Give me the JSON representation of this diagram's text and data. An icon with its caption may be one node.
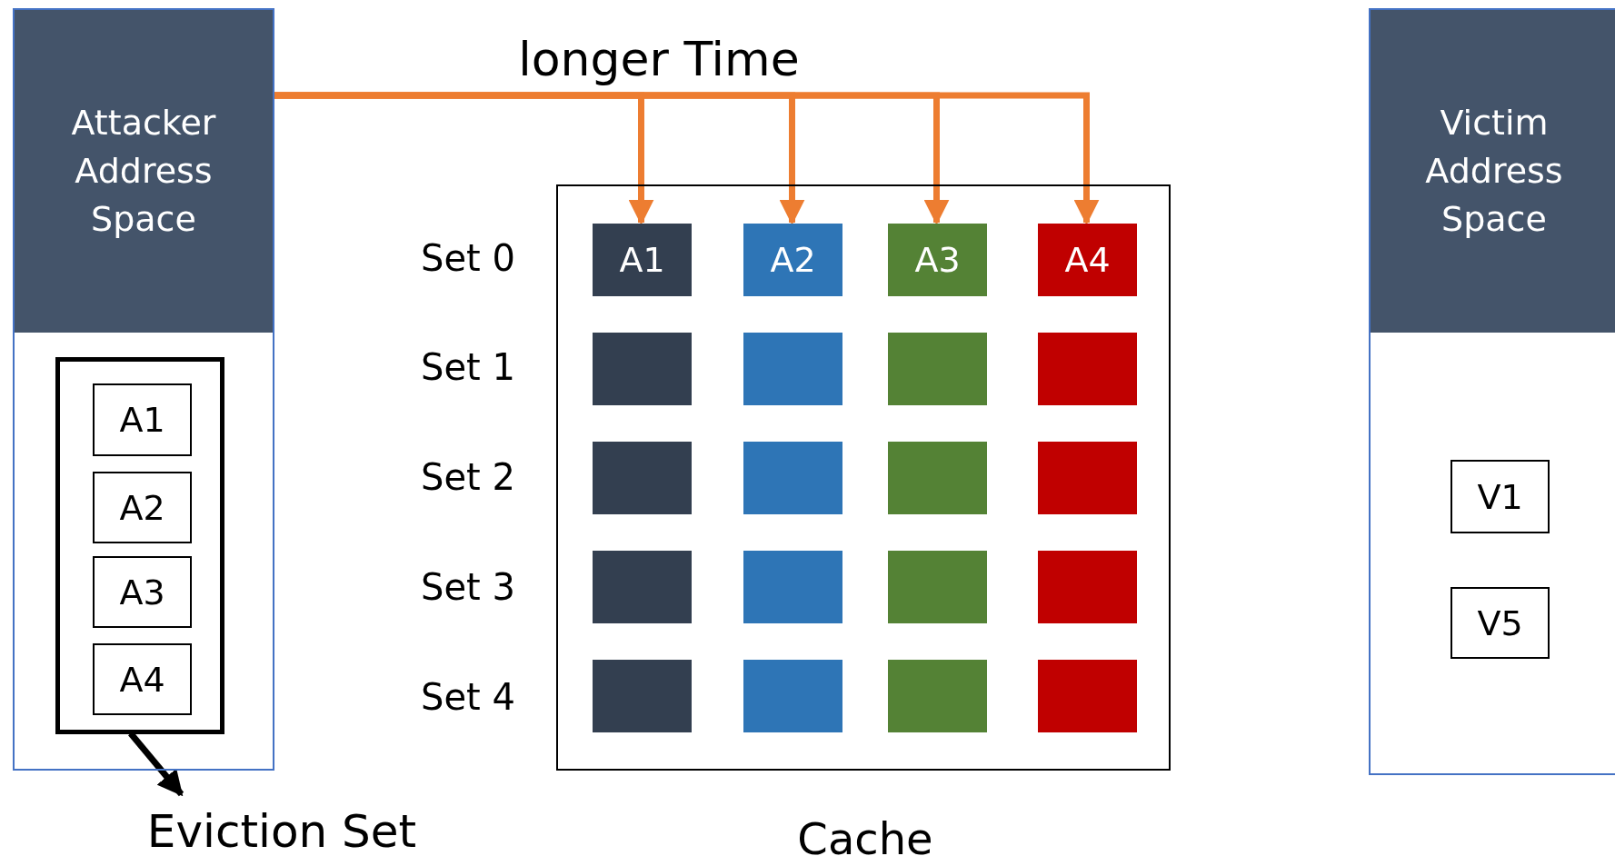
{
  "diagram": {
    "nodes": [
      {
        "text": [
          "Attacker Address Space"
        ]
      },
      {
        "text": [],
        "shape": "box",
        "in": 0
      },
      {
        "text": [
          "A1"
        ],
        "in": 1
      },
      {
        "text": [
          "A2"
        ],
        "in": 1
      },
      {
        "text": [
          "A3"
        ],
        "in": 1
      },
      {
        "text": [
          "A4"
        ],
        "in": 1
      },
      {
        "text": [
          "Eviction Set"
        ]
      },
      {
        "text": [
          "Cache"
        ]
      },
      {
        "text": [
          "A1"
        ],
        "in": 7
      },
      {
        "text": [
          "A2"
        ],
        "in": 7
      },
      {
        "text": [
          "A3"
        ],
        "in": 7
      },
      {
        "text": [
          "A4"
        ],
        "in": 7
      },
      {
        "text": [],
        "shape": "box",
        "in": 7
      },
      {
        "text": [],
        "shape": "box",
        "in": 7
      },
      {
        "text": [],
        "shape": "box",
        "in": 7
      },
      {
        "text": [],
        "shape": "box",
        "in": 7
      },
      {
        "text": [],
        "shape": "box",
        "in": 7
      },
      {
        "text": [],
        "shape": "box",
        "in": 7
      },
      {
        "text": [],
        "shape": "box",
        "in": 7
      },
      {
        "text": [],
        "shape": "box",
        "in": 7
      },
      {
        "text": [],
        "shape": "box",
        "in": 7
      },
      {
        "text": [],
        "shape": "box",
        "in": 7
      },
      {
        "text": [],
        "shape": "box",
        "in": 7
      },
      {
        "text": [],
        "shape": "box",
        "in": 7
      },
      {
        "text": [],
        "shape": "box",
        "in": 7
      },
      {
        "text": [],
        "shape": "box",
        "in": 7
      },
      {
        "text": [],
        "shape": "box",
        "in": 7
      },
      {
        "text": [],
        "shape": "box",
        "in": 7
      },
      {
        "text": [
          "Victim Address Space"
        ]
      },
      {
        "text": [
          "V1"
        ],
        "in": 28
      },
      {
        "text": [
          "V5"
        ],
        "in": 28
      }
    ],
    "edges": [
      {
        "from": 0,
        "to": 8,
        "arrow": "to"
      },
      {
        "from": 0,
        "to": 9,
        "arrow": "to"
      },
      {
        "from": 0,
        "to": 10,
        "arrow": "to"
      },
      {
        "from": 0,
        "to": 11,
        "arrow": "to"
      },
      {
        "from": 1,
        "to": 6,
        "arrow": "to",
        "color": "#000000"
      }
    ],
    "labels": [
      "longer Time",
      "Set 0",
      "Set 1",
      "Set 2",
      "Set 3",
      "Set 4"
    ]
  }
}
